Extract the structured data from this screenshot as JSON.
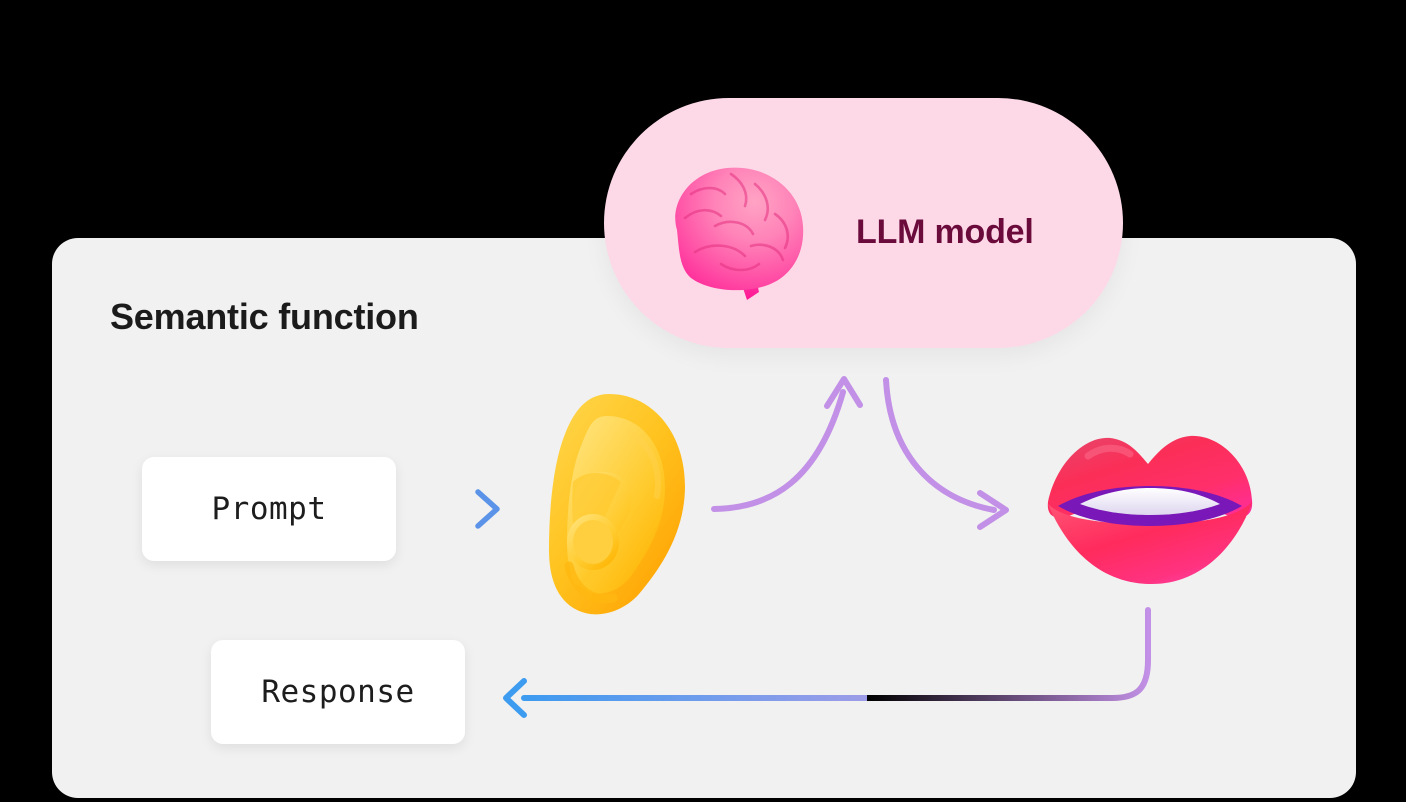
{
  "diagram": {
    "title": "Semantic function",
    "panel_bg": "#f1f1f1",
    "canvas_bg": "#000000"
  },
  "llm_node": {
    "label": "LLM model",
    "icon": "brain-emoji",
    "pill_color": "#fdd9e8",
    "label_color": "#6b0b3c"
  },
  "nodes": {
    "ear": {
      "icon": "ear-emoji",
      "color": "#ffc107"
    },
    "mouth": {
      "icon": "mouth-emoji",
      "color": "#f6255a"
    }
  },
  "cards": [
    {
      "label": "Prompt",
      "bg": "#ffffff",
      "text_color": "#1d1d1d"
    },
    {
      "label": "Response",
      "bg": "#ffffff",
      "text_color": "#1d1d1d"
    }
  ],
  "arrows": [
    {
      "name": "prompt-to-ear",
      "from": "Prompt",
      "to": "ear",
      "style": "straight",
      "color_start": "#b69ce0",
      "color_end": "#5b93e8"
    },
    {
      "name": "ear-to-llm",
      "from": "ear",
      "to": "LLM model",
      "style": "curved-up",
      "color": "#c290e6"
    },
    {
      "name": "llm-to-mouth",
      "from": "LLM model",
      "to": "mouth",
      "style": "curved-down",
      "color": "#c290e6"
    },
    {
      "name": "mouth-to-response",
      "from": "mouth",
      "to": "Response",
      "style": "elbow",
      "color_start": "#c290e6",
      "color_end": "#3d9bf0"
    }
  ]
}
